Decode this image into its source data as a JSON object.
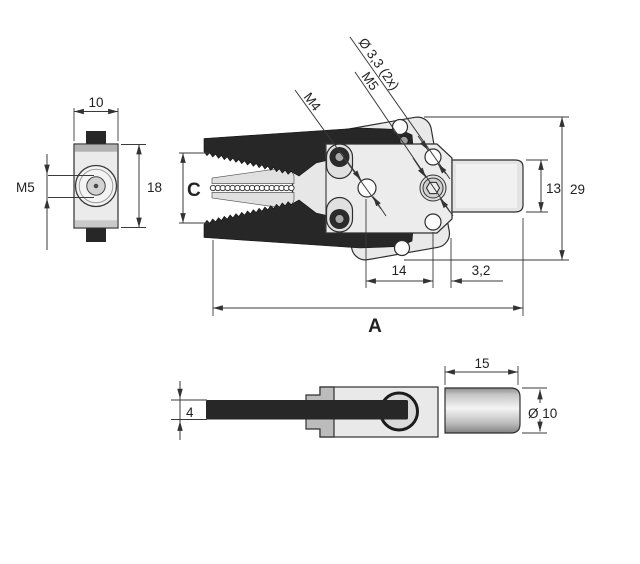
{
  "left_view": {
    "width_dim": "10",
    "thread_label": "M5",
    "height_dim": "18"
  },
  "main_view": {
    "holes_label": "Ø 3,3 (2x)",
    "center_thread_label": "M5",
    "jaw_thread_label": "M4",
    "jaw_opening_label": "C",
    "shaft_height_dim": "13",
    "overall_height_dim": "29",
    "hole_spacing_dim": "14",
    "edge_offset_dim": "3,2",
    "overall_length_label": "A"
  },
  "bottom_view": {
    "shaft_length_dim": "15",
    "jaw_thickness_dim": "4",
    "shaft_diameter_dim": "Ø 10"
  },
  "colors": {
    "part_dark": "#272727",
    "part_light": "#ececec",
    "line": "#3a3a3a"
  }
}
